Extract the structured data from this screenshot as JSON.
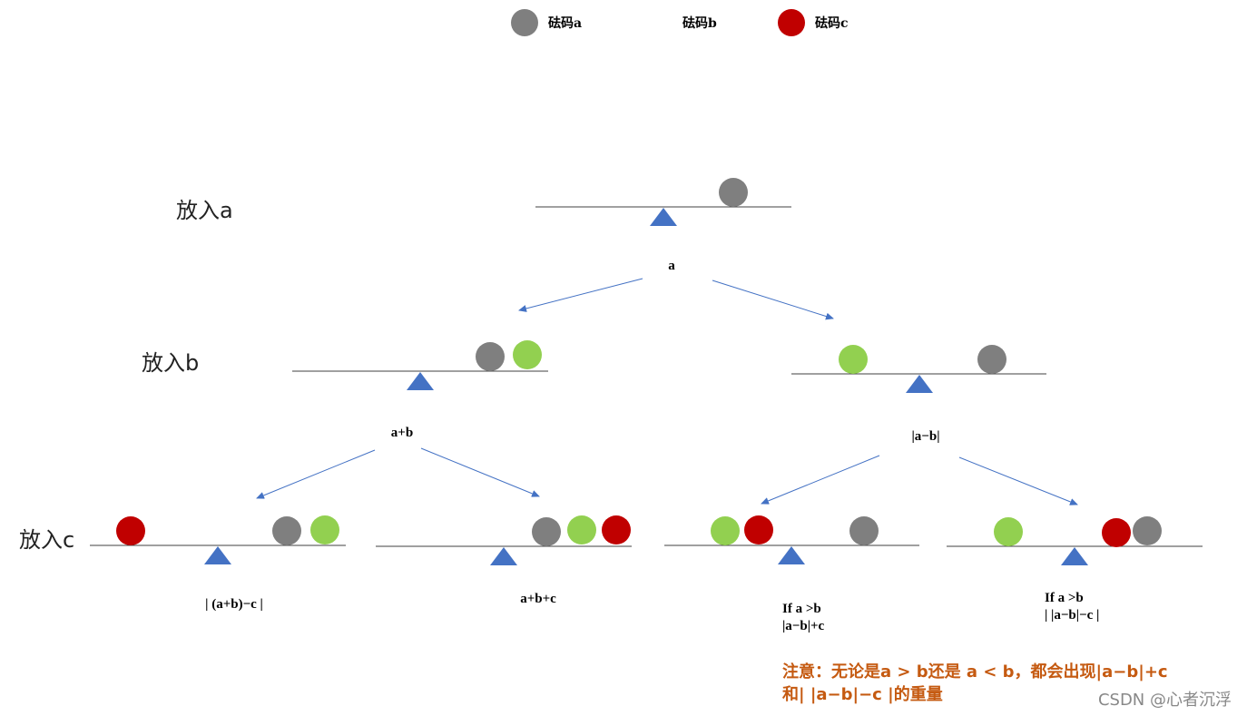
{
  "legend": {
    "a": {
      "label": "砝码a",
      "color": "#7f7f7f"
    },
    "b": {
      "label": "砝码b",
      "color": "#92d050"
    },
    "c": {
      "label": "砝码c",
      "color": "#c00000"
    }
  },
  "levels": {
    "a": "放入a",
    "b": "放入b",
    "c": "放入c"
  },
  "expressions": {
    "root": "a",
    "left": "a+b",
    "right": "|a−b|",
    "ll": "| (a+b)−c |",
    "lr": "a+b+c",
    "rl_1": "If a >b",
    "rl_2": "|a−b|+c",
    "rr_1": "If a >b",
    "rr_2": "| |a−b|−c |"
  },
  "note": {
    "line1": "注意：无论是a > b还是 a < b，都会出现|a−b|+c",
    "line2": "和| |a−b|−c |的重量"
  },
  "watermark": "CSDN @心者沉浮",
  "colors": {
    "beam": "#404040",
    "fulcrum": "#4472c4",
    "arrow": "#4472c4",
    "note": "#c55a11"
  }
}
